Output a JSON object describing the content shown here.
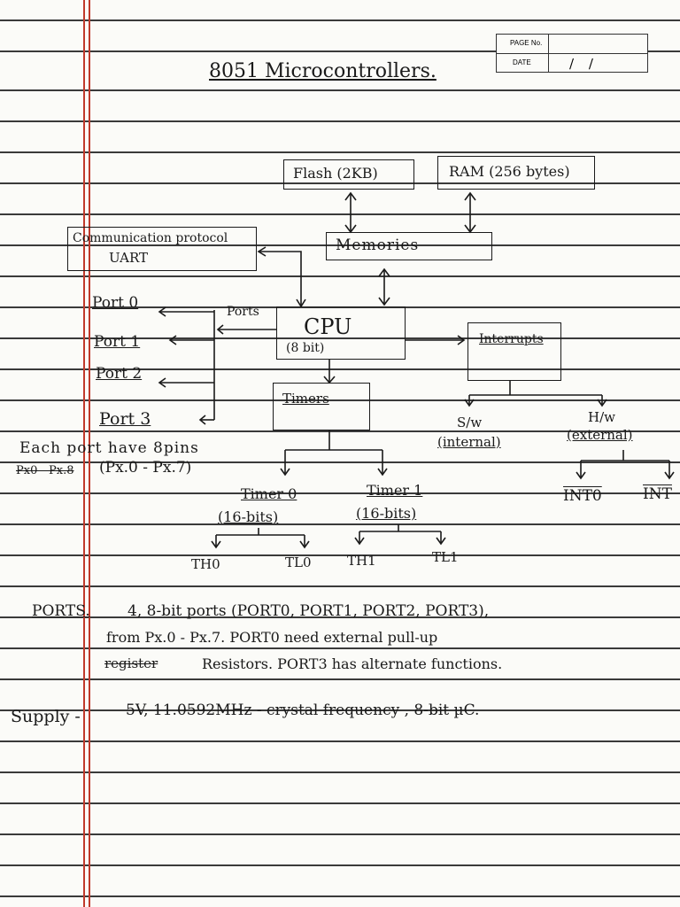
{
  "header": {
    "title": "8051 Microcontrollers.",
    "page_no_label": "PAGE No.",
    "date_label": "DATE",
    "date_value": "/ /"
  },
  "diagram": {
    "flash": "Flash (2KB)",
    "ram": "RAM (256 bytes)",
    "memories": "Memories",
    "comm_line1": "Communication protocol",
    "comm_line2": "UART",
    "cpu": "CPU",
    "cpu_sub": "(8 bit)",
    "ports_label": "Ports",
    "interrupts": "Interrupts",
    "timers": "Timers",
    "port0": "Port 0",
    "port1": "Port 1",
    "port2": "Port 2",
    "port3": "Port 3",
    "sw": "S/w",
    "sw_sub": "(internal)",
    "hw": "H/w",
    "hw_sub": "(external)",
    "int0": "INT0",
    "int1": "INT",
    "timer0": "Timer 0",
    "timer0_sub": "(16-bits)",
    "timer1": "Timer 1",
    "timer1_sub": "(16-bits)",
    "th0": "TH0",
    "tl0": "TL0",
    "th1": "TH1",
    "tl1": "TL1"
  },
  "notes": {
    "port_pins_line1": "Each port have 8pins",
    "port_pins_struck": "Px0 - Px.8",
    "port_pins_line2": "(Px.0 - Px.7)"
  },
  "body": {
    "ports_label": "PORTS.",
    "ports_line1": "4, 8-bit ports (PORT0, PORT1, PORT2, PORT3),",
    "ports_line2": "from  Px.0 - Px.7.  PORT0  need  external pull-up",
    "ports_line3_struck": "register",
    "ports_line3": "Resistors.  PORT3  has  alternate  functions.",
    "supply_label": "Supply -",
    "supply_text": "5V, 11.0592MHz - crystal frequency , 8-bit µC."
  }
}
